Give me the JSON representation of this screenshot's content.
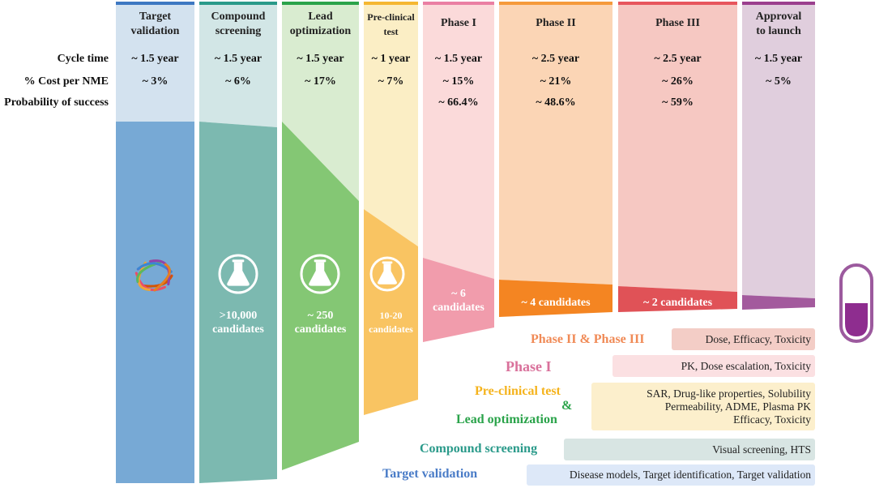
{
  "row_labels": {
    "cycle_time": "Cycle time",
    "cost": "% Cost per NME",
    "probability": "Probability of success"
  },
  "stages": [
    {
      "name_l1": "Target",
      "name_l2": "validation",
      "cycle_time": "~ 1.5 year",
      "cost": "~ 3%",
      "probability": "",
      "candidates_l1": "",
      "candidates_l2": "",
      "color_top": "#d3e2ef",
      "color_main": "#77a9d5",
      "accent": "#3d78c2"
    },
    {
      "name_l1": "Compound",
      "name_l2": "screening",
      "cycle_time": "~ 1.5 year",
      "cost": "~ 6%",
      "probability": "",
      "candidates_l1": ">10,000",
      "candidates_l2": "candidates",
      "color_top": "#d2e6e6",
      "color_main": "#7cb9b0",
      "accent": "#2a9a8a"
    },
    {
      "name_l1": "Lead",
      "name_l2": "optimization",
      "cycle_time": "~ 1.5 year",
      "cost": "~ 17%",
      "probability": "",
      "candidates_l1": "~ 250",
      "candidates_l2": "candidates",
      "color_top": "#d9ecd0",
      "color_main": "#84c774",
      "accent": "#2aa34a"
    },
    {
      "name_l1": "Pre-clinical",
      "name_l2": "test",
      "cycle_time": "~ 1 year",
      "cost": "~ 7%",
      "probability": "",
      "candidates_l1": "10-20",
      "candidates_l2": "candidates",
      "color_top": "#fbeec5",
      "color_main": "#f9c462",
      "accent": "#f5b732"
    },
    {
      "name_l1": "Phase I",
      "name_l2": "",
      "cycle_time": "~ 1.5 year",
      "cost": "~ 15%",
      "probability": "~ 66.4%",
      "candidates_l1": "~ 6",
      "candidates_l2": "candidates",
      "color_top": "#fbdada",
      "color_main": "#f19cac",
      "accent": "#ea7fa3"
    },
    {
      "name_l1": "Phase II",
      "name_l2": "",
      "cycle_time": "~ 2.5 year",
      "cost": "~ 21%",
      "probability": "~ 48.6%",
      "candidates_l1": "~ 4 candidates",
      "candidates_l2": "",
      "color_top": "#fbd5b5",
      "color_main": "#f48522",
      "accent": "#f59a3b"
    },
    {
      "name_l1": "Phase III",
      "name_l2": "",
      "cycle_time": "~ 2.5 year",
      "cost": "~ 26%",
      "probability": "~ 59%",
      "candidates_l1": "~ 2 candidates",
      "candidates_l2": "",
      "color_top": "#f6c8c2",
      "color_main": "#e05257",
      "accent": "#e7565d"
    },
    {
      "name_l1": "Approval",
      "name_l2": "to launch",
      "cycle_time": "~ 1.5 year",
      "cost": "~ 5%",
      "probability": "",
      "candidates_l1": "",
      "candidates_l2": "",
      "color_top": "#e0cedd",
      "color_main": "#a35a9d",
      "accent": "#9b3f8e"
    }
  ],
  "legend": [
    {
      "title": "Phase II & Phase III",
      "title_color": "#f08a56",
      "box_lines": [
        "Dose, Efficacy, Toxicity"
      ],
      "box_color": "#f3cdc6"
    },
    {
      "title": "Phase I",
      "title_color": "#d9719b",
      "box_lines": [
        "PK, Dose escalation, Toxicity"
      ],
      "box_color": "#fbe0e2"
    },
    {
      "title": "Pre-clinical test",
      "title_amp": "&",
      "title_l2": "Lead optimization",
      "title_color": "#f5b31c",
      "title_amp_color": "#2aa34a",
      "title_l2_color": "#2aa34a",
      "box_lines": [
        "SAR, Drug-like properties, Solubility",
        "Permeability, ADME, Plasma PK",
        "Efficacy, Toxicity"
      ],
      "box_color": "#fcefcc"
    },
    {
      "title": "Compound screening",
      "title_color": "#2a9a8a",
      "box_lines": [
        "Visual screening, HTS"
      ],
      "box_color": "#d8e5e3"
    },
    {
      "title": "Target validation",
      "title_color": "#4a7cc7",
      "box_lines": [
        "Disease models, Target identification, Target validation"
      ],
      "box_color": "#dde8f8"
    }
  ],
  "pill": {
    "border_color": "#9c5a9e",
    "fill_color": "#8e2d8f"
  }
}
